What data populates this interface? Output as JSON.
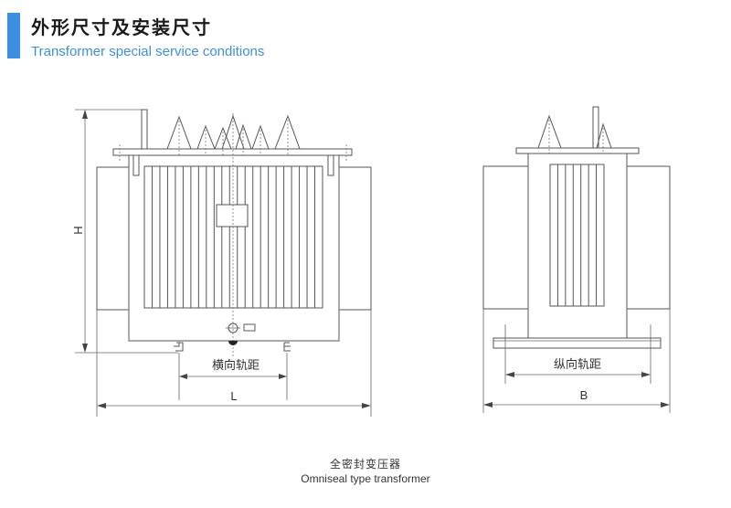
{
  "header": {
    "title_cn": "外形尺寸及安装尺寸",
    "title_en": "Transformer special service conditions",
    "accent_color": "#3b8ee0"
  },
  "front_view": {
    "height_label": "H",
    "rail_gauge_label": "横向轨距",
    "length_label": "L"
  },
  "side_view": {
    "rail_gauge_label": "纵向轨距",
    "width_label": "B"
  },
  "caption": {
    "cn": "全密封变压器",
    "en": "Omniseal type transformer"
  }
}
